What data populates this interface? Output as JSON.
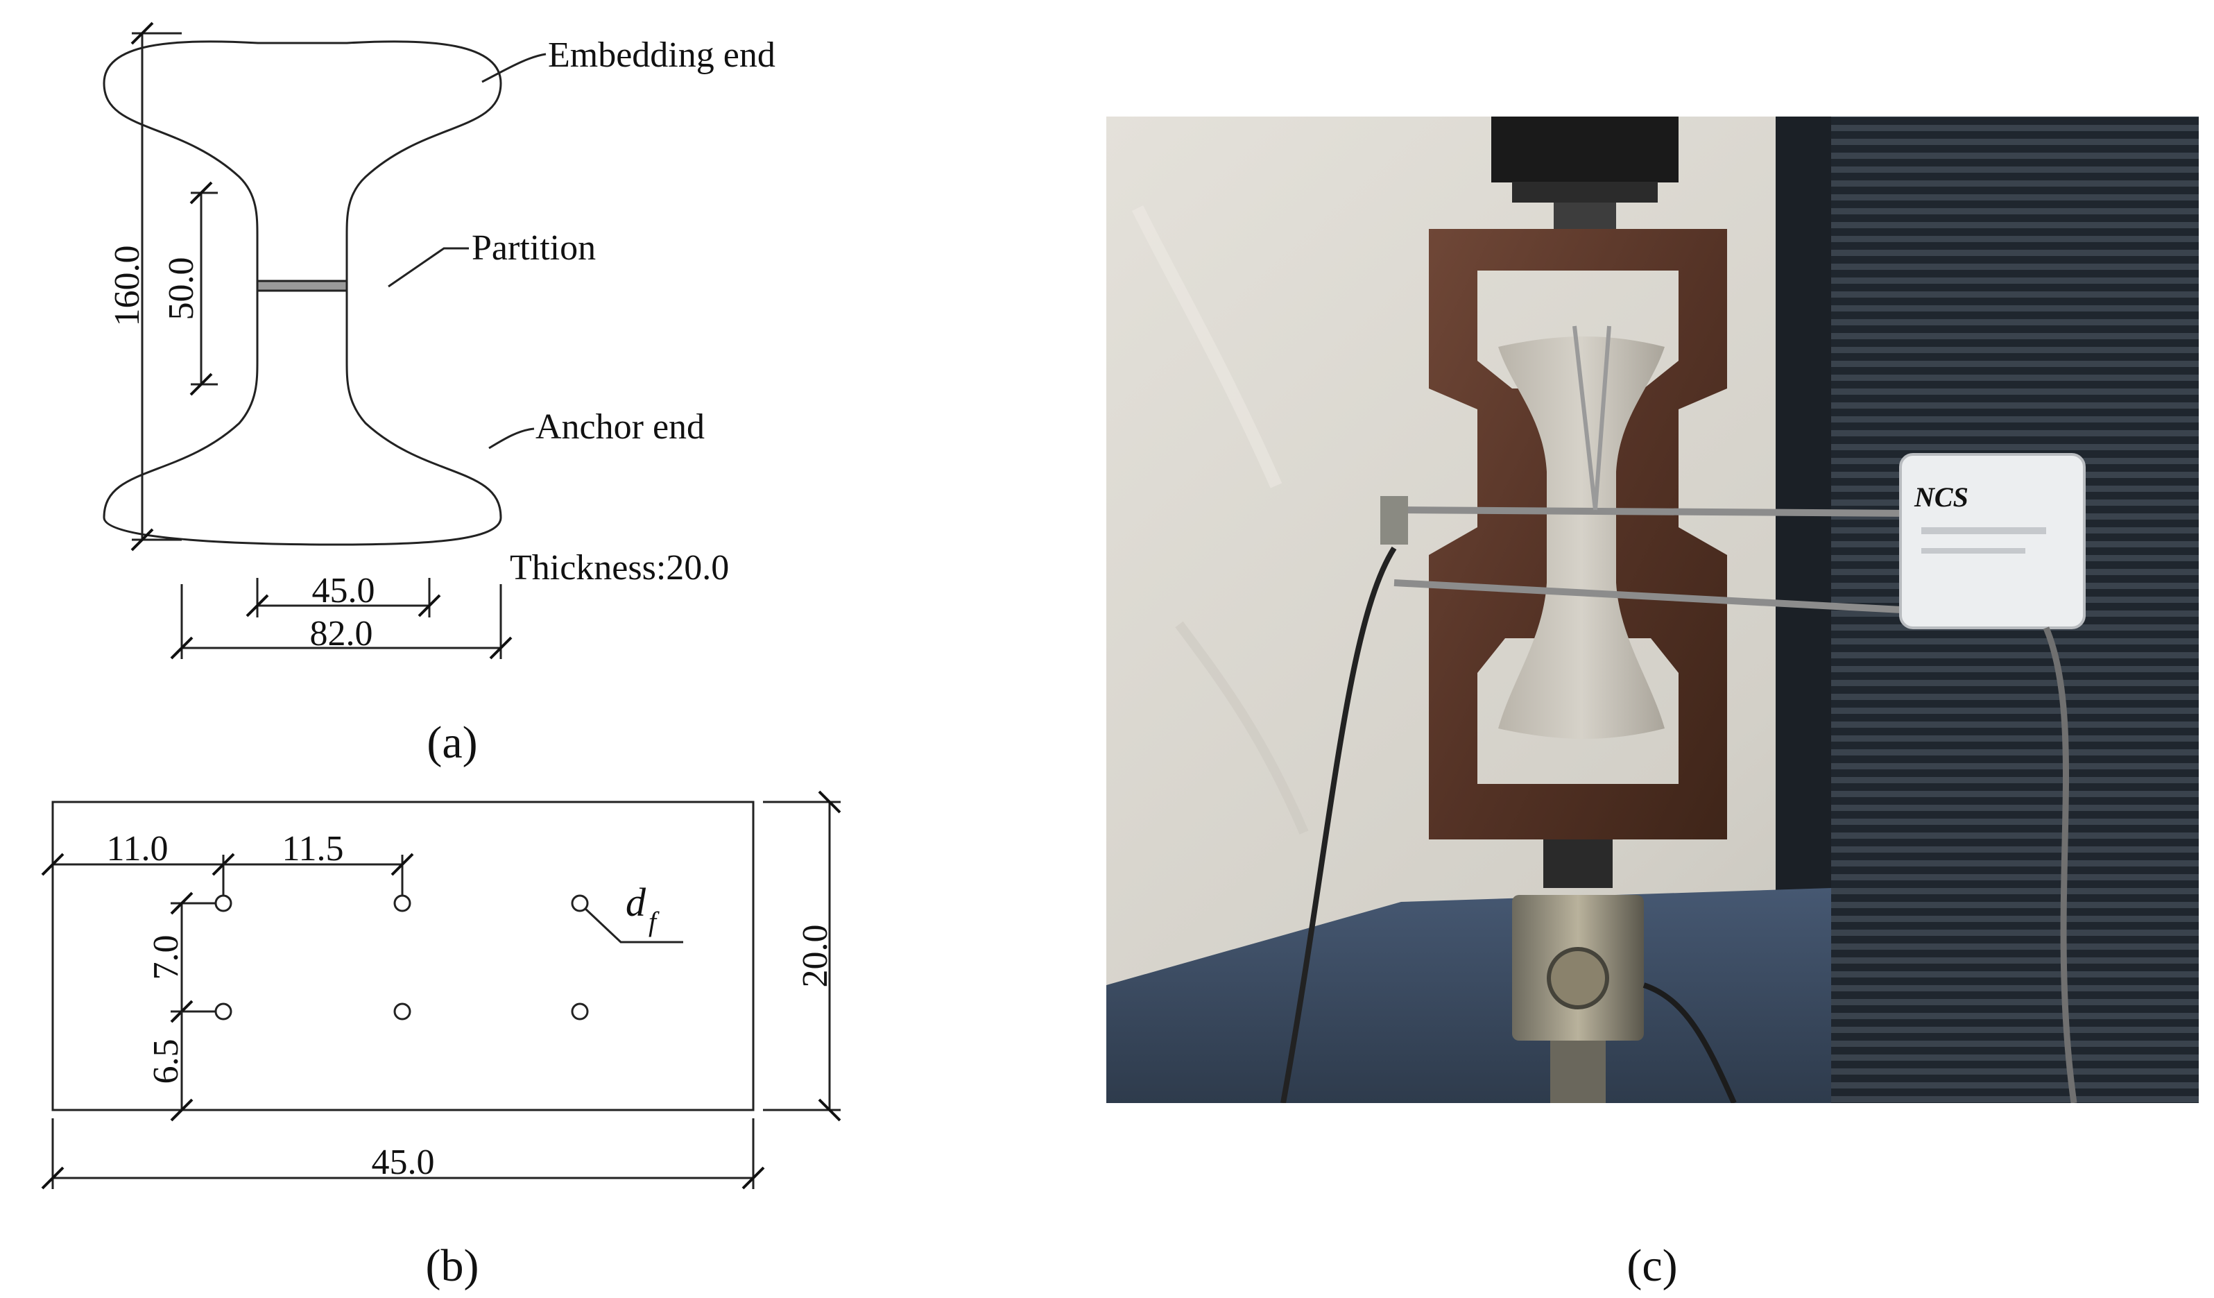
{
  "panel_a": {
    "caption": "(a)",
    "label_embedding": "Embedding end",
    "label_partition": "Partition",
    "label_anchor": "Anchor end",
    "thickness": "Thickness:20.0",
    "dim_height": "160.0",
    "dim_gauge": "50.0",
    "dim_neck_width": "45.0",
    "dim_total_width": "82.0"
  },
  "panel_b": {
    "caption": "(b)",
    "dim_edge_x": "11.0",
    "dim_spacing_x": "11.5",
    "dim_spacing_y": "7.0",
    "dim_edge_y": "6.5",
    "dim_height": "20.0",
    "dim_width": "45.0",
    "fiber_symbol": "d",
    "fiber_subscript": "f"
  },
  "panel_c": {
    "caption": "(c)",
    "sensor_brand": "NCS"
  },
  "colors": {
    "ink": "#222222",
    "partition_fill": "#9a9a9a",
    "wall": "#d9d6cf",
    "grille": "#2a3139",
    "frame_rust": "#5e3a2c",
    "concrete": "#c8c4ba",
    "table": "#39495c",
    "sensor_box": "#eceef0"
  }
}
